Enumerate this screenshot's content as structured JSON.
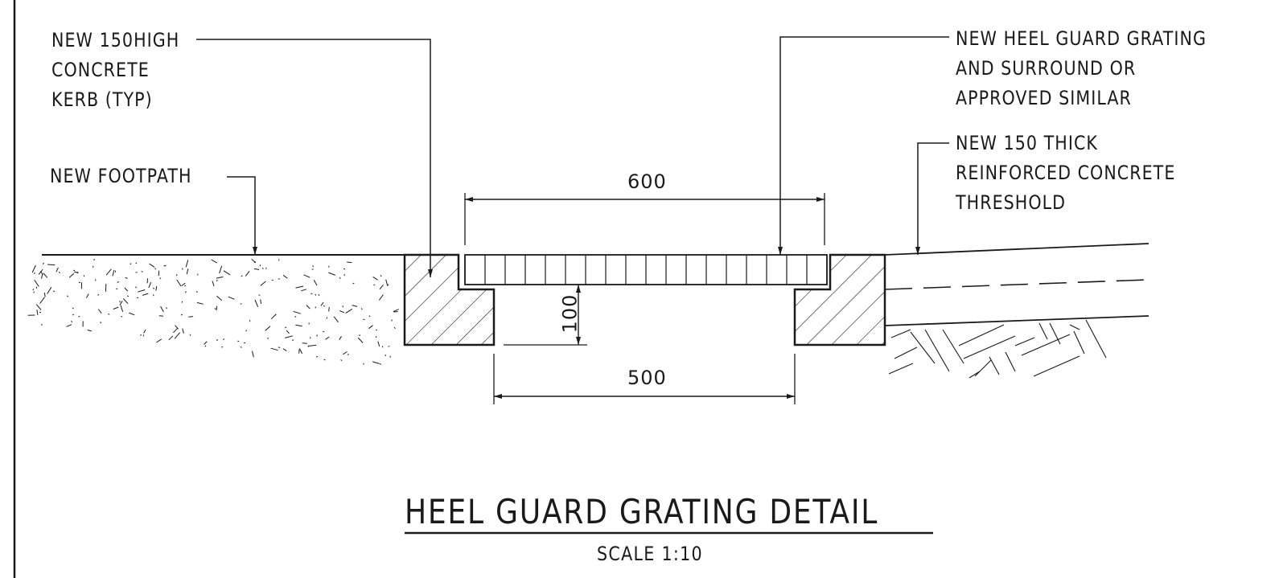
{
  "labels": {
    "kerb": [
      "NEW 150HIGH",
      "CONCRETE",
      "KERB (TYP)"
    ],
    "footpath": "NEW FOOTPATH",
    "grating": [
      "NEW HEEL GUARD GRATING",
      "AND SURROUND OR",
      "APPROVED SIMILAR"
    ],
    "threshold": [
      "NEW 150 THICK",
      "REINFORCED CONCRETE",
      "THRESHOLD"
    ]
  },
  "dimensions": {
    "overall_width": "600",
    "clear_width": "500",
    "depth": "100"
  },
  "title": "HEEL GUARD GRATING DETAIL",
  "scale": "SCALE 1:10",
  "colors": {
    "ink": "#1a1a1a",
    "background": "#ffffff"
  }
}
